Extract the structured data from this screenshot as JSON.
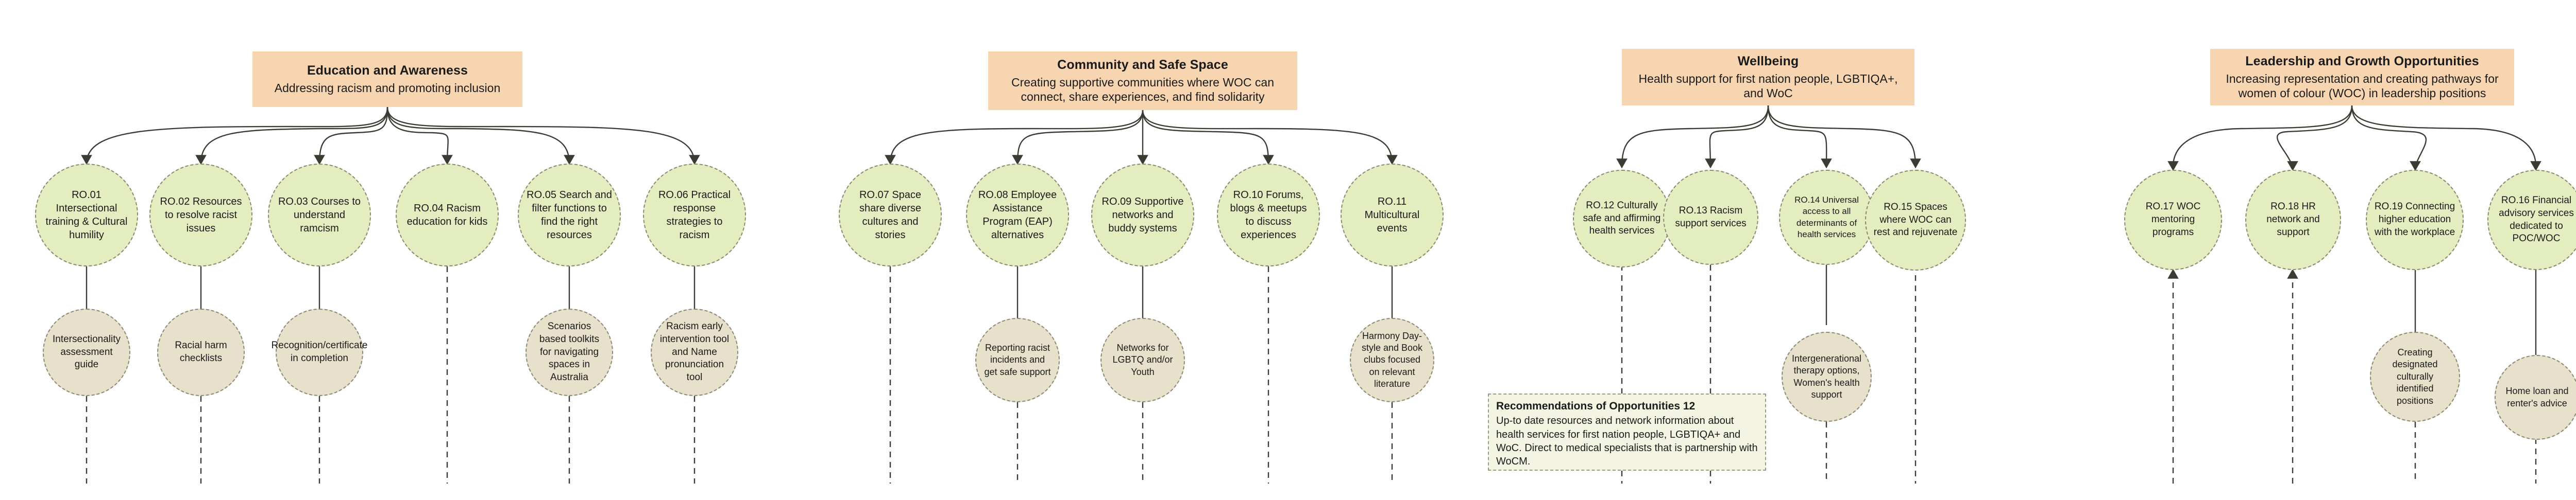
{
  "diagram": {
    "title_bar_color": "#f7d5b0",
    "primary_node_color": "#e4edbf",
    "secondary_node_color": "#e7e0ca",
    "callout_color": "#f4f4e3",
    "edge_color": "#3b3b33"
  },
  "groups": [
    {
      "id": "education-and-awareness",
      "title": "Education and Awareness",
      "subtitle": "Addressing racism and promoting inclusion",
      "nodes": [
        {
          "id": "ro-01",
          "label": "RO.01 Intersectional training & Cultural humility",
          "child": "Intersectionality assessment guide"
        },
        {
          "id": "ro-02",
          "label": "RO.02 Resources to resolve racist issues",
          "child": "Racial harm checklists"
        },
        {
          "id": "ro-03",
          "label": "RO.03 Courses to understand ramcism",
          "child": "Recognition/certificate in completion"
        },
        {
          "id": "ro-04",
          "label": "RO.04 Racism education for kids",
          "child": null
        },
        {
          "id": "ro-05",
          "label": "RO.05 Search and filter functions to find the right resources",
          "child": "Scenarios based toolkits for navigating spaces in Australia"
        },
        {
          "id": "ro-06",
          "label": "RO.06 Practical response strategies to racism",
          "child": "Racism early intervention tool and Name pronunciation tool"
        }
      ]
    },
    {
      "id": "community-and-safe-space",
      "title": "Community and Safe Space",
      "subtitle": "Creating supportive communities where WOC can connect, share experiences, and find solidarity",
      "nodes": [
        {
          "id": "ro-07",
          "label": "RO.07 Space share diverse cultures and stories",
          "child": null
        },
        {
          "id": "ro-08",
          "label": "RO.08 Employee Assistance Program (EAP) alternatives",
          "child": "Reporting racist incidents and get safe support"
        },
        {
          "id": "ro-09",
          "label": "RO.09 Supportive networks and buddy systems",
          "child": "Networks for LGBTQ and/or Youth"
        },
        {
          "id": "ro-10",
          "label": "RO.10 Forums, blogs  & meetups to discuss experiences",
          "child": null
        },
        {
          "id": "ro-11",
          "label": "RO.11 Multicultural events",
          "child": "Harmony Day-style and Book clubs  focused on relevant literature"
        }
      ]
    },
    {
      "id": "wellbeing",
      "title": "Wellbeing",
      "subtitle": "Health support for first nation people, LGBTIQA+, and WoC",
      "nodes": [
        {
          "id": "ro-12",
          "label": "RO.12 Culturally safe and affirming health services",
          "child": null
        },
        {
          "id": "ro-13",
          "label": "RO.13 Racism support services",
          "child": null
        },
        {
          "id": "ro-14",
          "label": "RO.14 Universal access to all determinants of health services",
          "child": "Intergenerational therapy options, Women's health support"
        },
        {
          "id": "ro-15",
          "label": "RO.15 Spaces where WOC can rest and rejuvenate",
          "child": null
        }
      ]
    },
    {
      "id": "leadership-and-growth-opportunities",
      "title": "Leadership and Growth Opportunities",
      "subtitle": "Increasing representation and creating pathways for women of colour (WOC) in leadership positions",
      "nodes": [
        {
          "id": "ro-17",
          "label": "RO.17 WOC mentoring programs",
          "child": null
        },
        {
          "id": "ro-18",
          "label": "RO.18 HR network and support",
          "child": null
        },
        {
          "id": "ro-19",
          "label": "RO.19 Connecting higher education with the workplace",
          "child": "Creating designated culturally identified positions"
        },
        {
          "id": "ro-16",
          "label": "RO.16 Financial advisory services dedicated to POC/WOC",
          "child": "Home loan and renter's advice"
        }
      ]
    }
  ],
  "callouts": [
    {
      "id": "recommendations-of-opportunities-12",
      "title": "Recommendations of Opportunities 12",
      "body": "Up-to date resources and network information about health services for first nation people, LGBTIQA+ and WoC. Direct to medical specialists that is partnership with WoCM."
    }
  ]
}
